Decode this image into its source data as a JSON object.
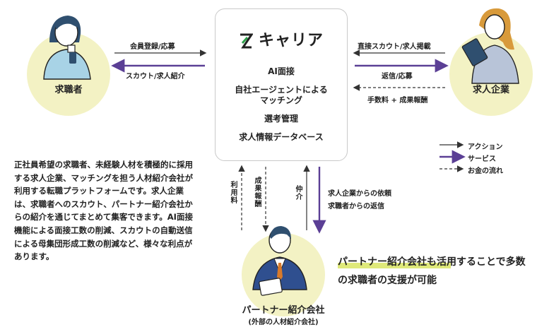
{
  "brand": {
    "name": "キャリア",
    "logo_letter": "Z"
  },
  "center_features": [
    "AI面接",
    "自社エージェントによる",
    "マッチング",
    "選考管理",
    "求人情報データベース"
  ],
  "left_party": {
    "label": "求職者"
  },
  "right_party": {
    "label": "求人企業"
  },
  "bottom_party": {
    "label": "パートナー紹介会社",
    "sublabel": "(外部の人材紹介会社)"
  },
  "left_arrows": {
    "top": "会員登録/応募",
    "bottom": "スカウト/求人紹介"
  },
  "right_arrows": {
    "top": "直接スカウト/求人掲載",
    "middle": "返信/応募",
    "bottom": "手数料 + 成果報酬"
  },
  "bottom_arrows": {
    "fee": "利用料",
    "success": "成果報酬",
    "mediation": "仲介",
    "right1": "求人企業からの依頼",
    "right2": "求職者からの返信"
  },
  "legend": {
    "action": "アクション",
    "service": "サービス",
    "money": "お金の流れ"
  },
  "description": "正社員希望の求職者、未経験人材を積極的に採用する求人企業、マッチングを担う人材紹介会社が利用する転職プラットフォームです。求人企業は、求職者へのスカウト、パートナー紹介会社からの紹介を通じてまとめて集客できます。AI面接機能による面接工数の削減、スカウトの自動送信による母集団形成工数の削減など、様々な利点があります。",
  "highlight": {
    "line1": "パートナー紹介会社も活用することで多数の求職者の支援が可能"
  },
  "colors": {
    "action": "#333333",
    "service": "#5b3f95",
    "money": "#333333",
    "circle": "#f3f2c4",
    "accent": "#2ea14a",
    "underline": "#dfe97a"
  },
  "icons": [
    "person-jobseeker-icon",
    "person-company-icon",
    "person-partner-icon",
    "z-logo-icon"
  ]
}
